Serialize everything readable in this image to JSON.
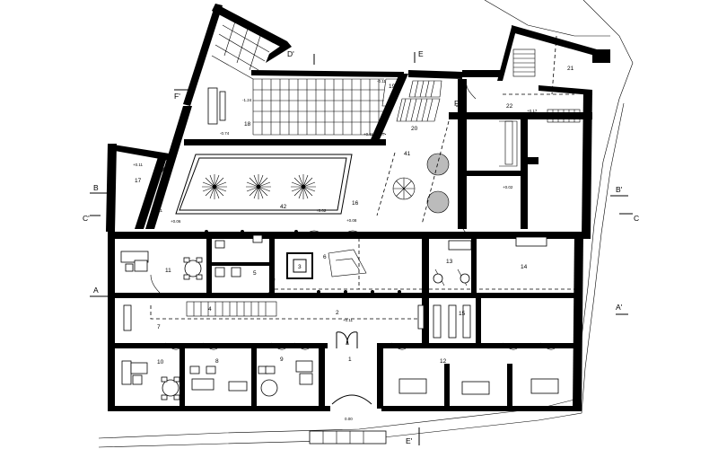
{
  "rooms": {
    "r1": "1",
    "r2": "2",
    "r3": "3",
    "r4": "4",
    "r5": "5",
    "r6": "6",
    "r7": "7",
    "r8": "8",
    "r9": "9",
    "r10": "10",
    "r11": "11",
    "r12": "12",
    "r13": "13",
    "r14": "14",
    "r15": "15",
    "r16": "16",
    "r17": "17",
    "r18": "18",
    "r19": "19",
    "r20": "20",
    "r21": "21",
    "r22": "22",
    "r41": "41",
    "r42": "42"
  },
  "levels": {
    "l1": "-1.24",
    "l2": "-0.74",
    "l3": "+0.11",
    "l4": "+0.02",
    "l5": "+0.08",
    "l6": "+0.06",
    "l7": "+0.11",
    "l8": "+0.11",
    "l9": "+0.17",
    "l10": "+0.11",
    "l11": "-0.11",
    "l12": "+0.02",
    "l13": "0.00"
  },
  "sections": {
    "a": "A",
    "a2": "A'",
    "b": "B",
    "b2": "B'",
    "c": "C",
    "c2": "C'",
    "d2": "D'",
    "e": "E",
    "e2": "E'",
    "f": "F",
    "f2": "F'"
  }
}
